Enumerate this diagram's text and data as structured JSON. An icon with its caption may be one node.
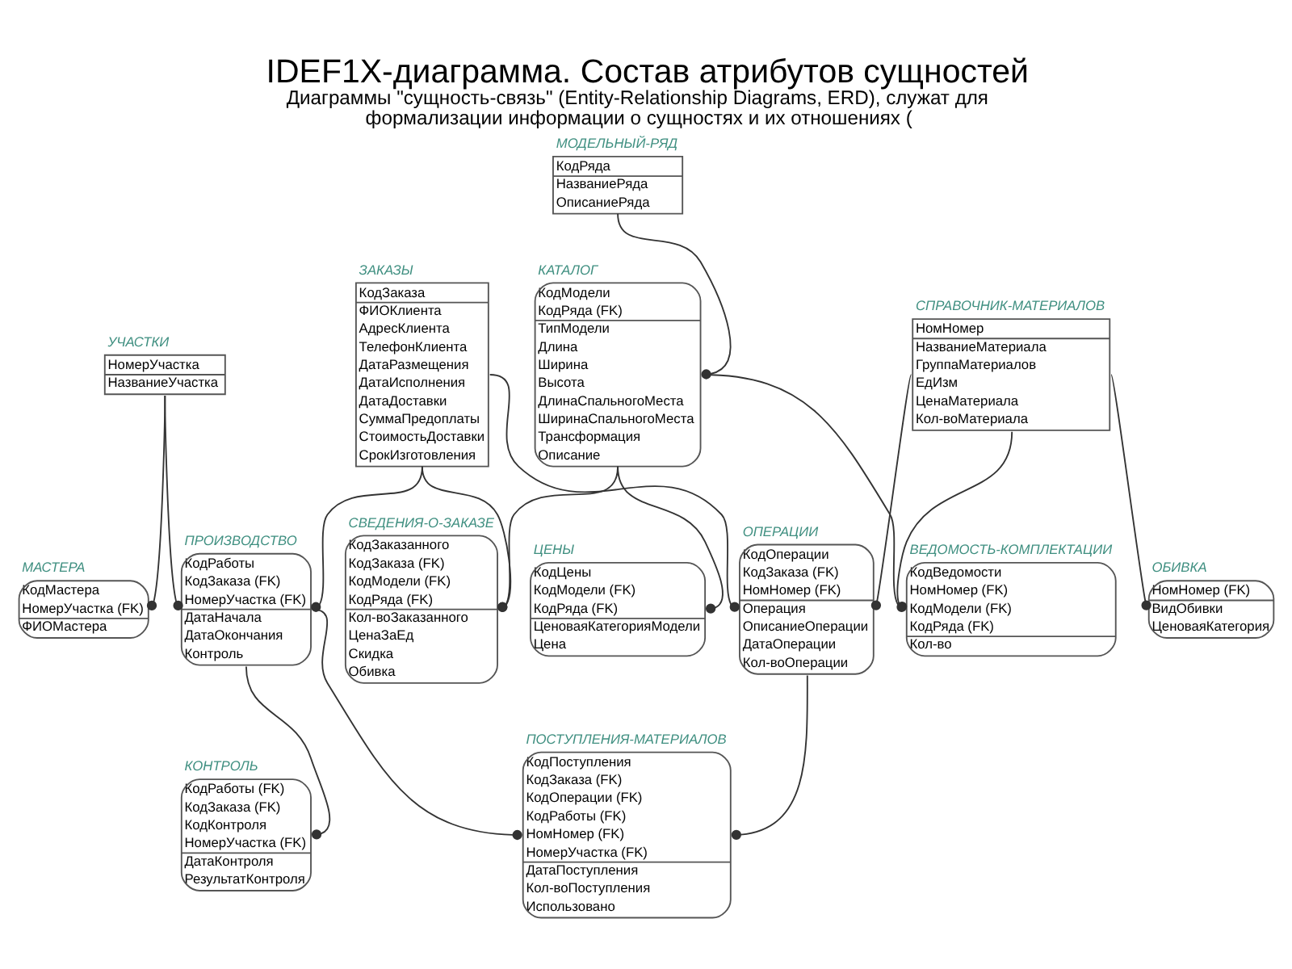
{
  "diagram": {
    "title": "IDEF1X-диаграмма. Состав атрибутов сущностей",
    "caption": "Диаграммы \"сущность-связь\" (Entity-Relationship Diagrams, ERD), служат для формализации информации о сущностях и их отношениях (",
    "nodes": [
      {
        "text": [
          "МОДЕЛЬНЫЙ-РЯД",
          "КодРяда",
          "НазваниеРяда",
          "ОписаниеРяда"
        ]
      },
      {
        "text": [
          "КАТАЛОГ",
          "КодМодели",
          "КодРяда (FK)",
          "ТипМодели",
          "Длина",
          "Ширина",
          "Высота",
          "ДлинаСпальногоМеста",
          "ШиринаСпальногоМеста",
          "Трансформация",
          "Описание"
        ]
      },
      {
        "text": [
          "СВЕДЕНИЯ-О-ЗАКАЗЕ",
          "КодЗаказанного",
          "КодЗаказа (FK)",
          "КодМодели (FK)",
          "КодРяда (FK)",
          "Кол-воЗаказанного",
          "ЦенаЗаЕд",
          "Скидка",
          "Обивка"
        ]
      },
      {
        "text": [
          "ЗАКАЗЫ",
          "КодЗаказа",
          "ФИОКлиента",
          "АдресКлиента",
          "ТелефонКлиента",
          "ДатаРазмещения",
          "ДатаИсполнения",
          "ДатаДоставки",
          "СуммаПредоплаты",
          "СтоимостьДоставки",
          "СрокИзготовления"
        ]
      },
      {
        "text": [
          "КОНТРОЛЬ",
          "КодРаботы (FK)",
          "КодЗаказа (FK)",
          "КодКонтроля",
          "НомерУчастка (FK)",
          "ДатаКонтроля",
          "РезультатКонтроля"
        ]
      },
      {
        "text": [
          "ВЕДОМОСТЬ-КОМПЛЕКТАЦИИ",
          "КодВедомости",
          "НомНомер (FK)",
          "КодМодели (FK)",
          "КодРяда (FK)",
          "Кол-во"
        ]
      },
      {
        "text": [
          "ЦЕНЫ",
          "КодЦены",
          "КодМодели (FK)",
          "КодРяда (FK)",
          "ЦеноваяКатегорияМодели",
          "Цена"
        ]
      },
      {
        "text": [
          "ПРОИЗВОДСТВО",
          "КодРаботы",
          "КодЗаказа (FK)",
          "НомерУчастка (FK)",
          "ДатаНачала",
          "ДатаОкончания",
          "Контроль"
        ]
      },
      {
        "text": [
          "СПРАВОЧНИК-МАТЕРИАЛОВ",
          "НомНомер",
          "НазваниеМатериала",
          "ГруппаМатериалов",
          "ЕдИзм",
          "ЦенаМатериала",
          "Кол-воМатериала"
        ]
      },
      {
        "text": [
          "ПОСТУПЛЕНИЯ-МАТЕРИАЛОВ",
          "КодПоступления",
          "КодЗаказа (FK)",
          "КодОперации (FK)",
          "КодРаботы (FK)",
          "НомНомер (FK)",
          "НомерУчастка (FK)",
          "ДатаПоступления",
          "Кол-воПоступления",
          "Использовано"
        ]
      },
      {
        "text": [
          "ОПЕРАЦИИ",
          "КодОперации",
          "КодЗаказа (FK)",
          "НомНомер (FK)",
          "Операция",
          "ОписаниеОперации",
          "ДатаОперации",
          "Кол-воОперации"
        ]
      },
      {
        "text": [
          "УЧАСТКИ",
          "НомерУчастка",
          "НазваниеУчастка"
        ]
      },
      {
        "text": [
          "ОБИВКА",
          "НомНомер (FK)",
          "ВидОбивки",
          "ЦеноваяКатегория"
        ]
      },
      {
        "text": [
          "МАСТЕРА",
          "КодМастера",
          "НомерУчастка (FK)",
          "ФИОМастера"
        ]
      }
    ],
    "edges": [
      {
        "from": 0,
        "to": 1,
        "arrow": "other"
      },
      {
        "from": 1,
        "to": 2,
        "arrow": "other"
      },
      {
        "from": 3,
        "to": 2,
        "arrow": "other"
      },
      {
        "from": 1,
        "to": 5,
        "arrow": "other"
      },
      {
        "from": 1,
        "to": 6,
        "arrow": "other"
      },
      {
        "from": 8,
        "to": 5,
        "arrow": "other"
      },
      {
        "from": 8,
        "to": 10,
        "arrow": "other"
      },
      {
        "from": 8,
        "to": 12,
        "arrow": "other"
      },
      {
        "from": 3,
        "to": 10,
        "arrow": "other"
      },
      {
        "from": 3,
        "to": 7,
        "arrow": "other"
      },
      {
        "from": 7,
        "to": 4,
        "arrow": "other"
      },
      {
        "from": 11,
        "to": 7,
        "arrow": "other"
      },
      {
        "from": 7,
        "to": 9,
        "arrow": "other"
      },
      {
        "from": 10,
        "to": 9,
        "arrow": "other"
      },
      {
        "from": 11,
        "to": 13,
        "arrow": "other"
      }
    ]
  }
}
